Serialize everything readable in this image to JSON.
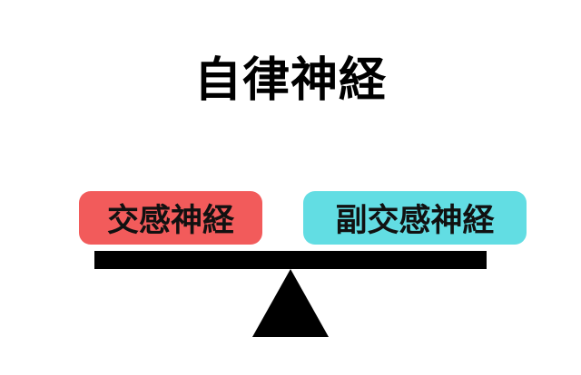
{
  "title": "自律神経",
  "left_label": {
    "text": "交感神経",
    "color": "#f25b5b"
  },
  "right_label": {
    "text": "副交感神経",
    "color": "#62dde3"
  },
  "seesaw": {
    "beam_color": "#000000",
    "fulcrum_color": "#000000"
  }
}
